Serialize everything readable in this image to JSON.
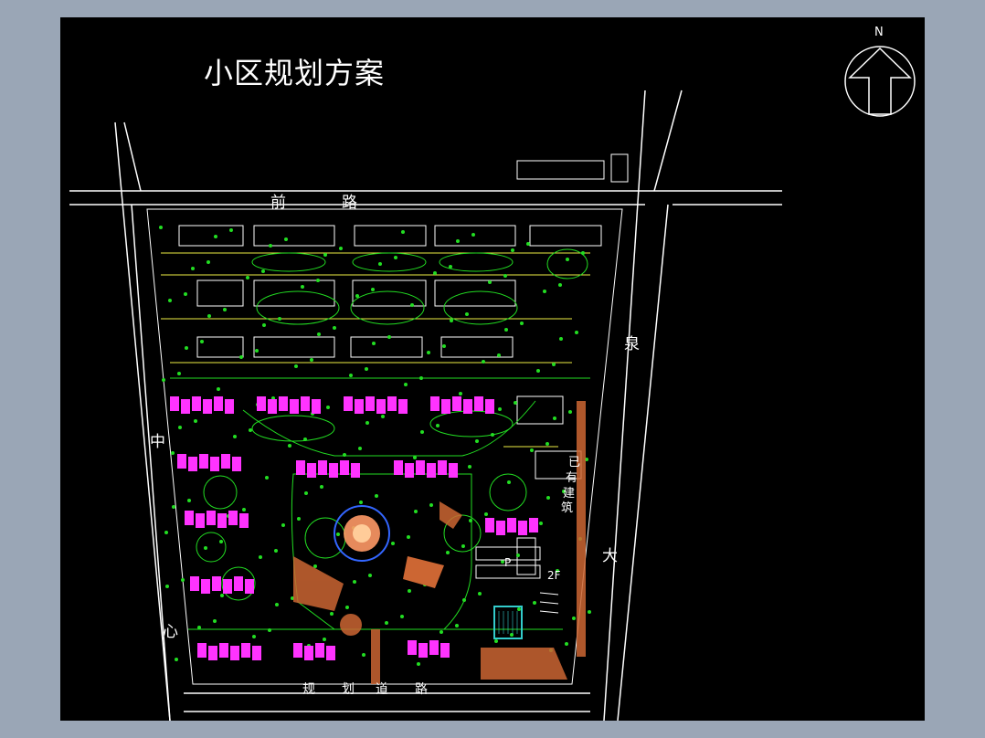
{
  "title": "小区规划方案",
  "compass": {
    "letter": "N"
  },
  "roads": {
    "north": [
      "前",
      "路"
    ],
    "east": [
      "泉",
      "大"
    ],
    "west": [
      "中",
      "心"
    ],
    "south": [
      "规",
      "划",
      "道",
      "路"
    ]
  },
  "existing_building": [
    "已",
    "有",
    "建",
    "筑"
  ],
  "parking_marks": [
    "P",
    "2F"
  ],
  "colors": {
    "background": "#000000",
    "frame": "#9aa6b6",
    "road": "#ffffff",
    "greenery": "#22dd22",
    "villas": "#ff33ff",
    "paving": "#cc6633",
    "water": "#33cccc",
    "plaza": "#3366ff",
    "paths": "#eeee44"
  }
}
